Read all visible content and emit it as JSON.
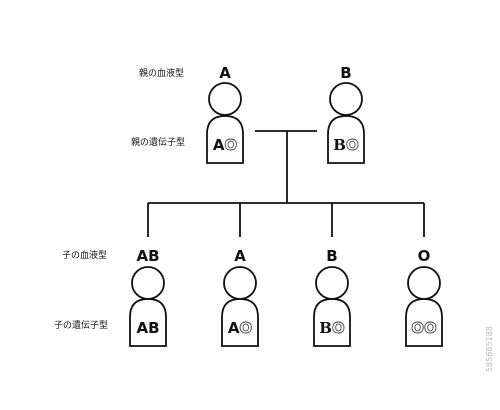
{
  "labels": {
    "parent_blood_type": "親の血液型",
    "parent_genotype": "親の遺伝子型",
    "child_blood_type": "子の血液型",
    "child_genotype": "子の遺伝子型"
  },
  "parents": [
    {
      "blood_type": "A",
      "genotype": [
        {
          "allele": "A",
          "style": "dominant"
        },
        {
          "allele": "O",
          "style": "recessive"
        }
      ]
    },
    {
      "blood_type": "B",
      "genotype": [
        {
          "allele": "B",
          "style": "dominant"
        },
        {
          "allele": "O",
          "style": "recessive"
        }
      ]
    }
  ],
  "children": [
    {
      "blood_type": "AB",
      "genotype": [
        {
          "allele": "A",
          "style": "dominant"
        },
        {
          "allele": "B",
          "style": "dominant"
        }
      ]
    },
    {
      "blood_type": "A",
      "genotype": [
        {
          "allele": "A",
          "style": "dominant"
        },
        {
          "allele": "O",
          "style": "recessive"
        }
      ]
    },
    {
      "blood_type": "B",
      "genotype": [
        {
          "allele": "B",
          "style": "dominant"
        },
        {
          "allele": "O",
          "style": "recessive"
        }
      ]
    },
    {
      "blood_type": "O",
      "genotype": [
        {
          "allele": "O",
          "style": "recessive"
        },
        {
          "allele": "O",
          "style": "recessive"
        }
      ]
    }
  ],
  "watermark": {
    "id": "585685188"
  },
  "colors": {
    "line": "#111111",
    "background": "#ffffff"
  }
}
